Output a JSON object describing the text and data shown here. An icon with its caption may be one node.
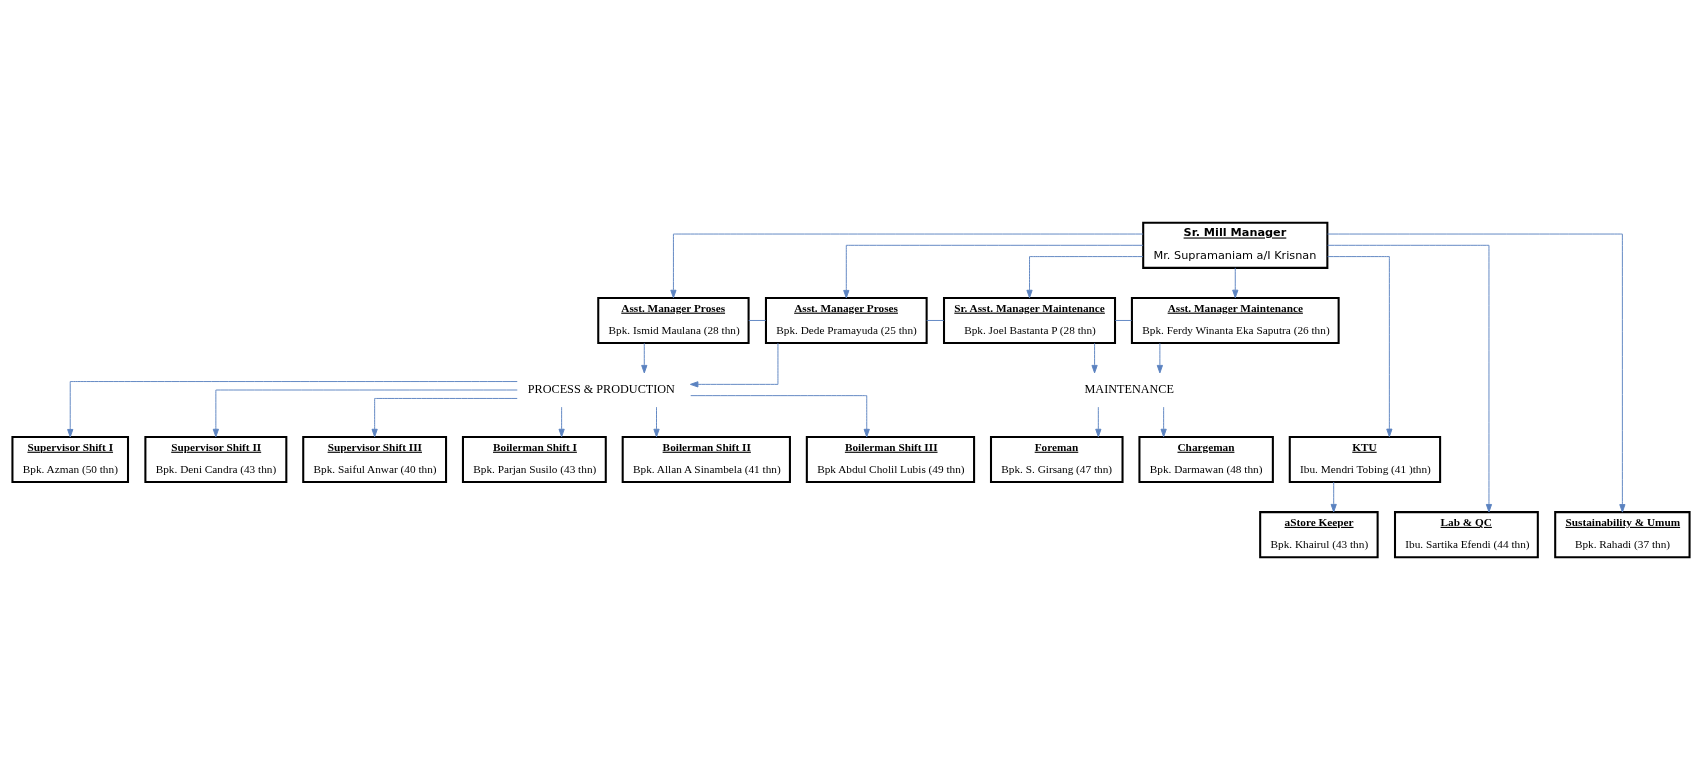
{
  "diagram": {
    "nodes": [
      {
        "text": [
          "Sr. Mill Manager",
          "Mr. Supramaniam a/I Krisnan"
        ]
      },
      {
        "text": [
          "Asst. Manager Proses",
          "Bpk. Ismid Maulana (28 thn)"
        ]
      },
      {
        "text": [
          "Asst. Manager Proses",
          "Bpk. Dede Pramayuda (25 thn)"
        ]
      },
      {
        "text": [
          "Sr. Asst. Manager Maintenance",
          "Bpk. Joel Bastanta P (28 thn)"
        ]
      },
      {
        "text": [
          "Asst. Manager Maintenance",
          "Bpk. Ferdy Winanta Eka Saputra (26 thn)"
        ]
      },
      {
        "text": [
          "PROCESS & PRODUCTION"
        ]
      },
      {
        "text": [
          "MAINTENANCE"
        ]
      },
      {
        "text": [
          "Supervisor Shift I",
          "Bpk. Azman (50 thn)"
        ]
      },
      {
        "text": [
          "Supervisor Shift II",
          "Bpk. Deni Candra (43 thn)"
        ]
      },
      {
        "text": [
          "Supervisor Shift III",
          "Bpk. Saiful Anwar (40 thn)"
        ]
      },
      {
        "text": [
          "Boilerman Shift I",
          "Bpk. Parjan Susilo (43 thn)"
        ]
      },
      {
        "text": [
          "Boilerman Shift II",
          "Bpk. Allan A Sinambela (41 thn)"
        ]
      },
      {
        "text": [
          "Boilerman Shift III",
          "Bpk Abdul Cholil Lubis (49 thn)"
        ]
      },
      {
        "text": [
          "KTU",
          "Ibu. Mendri Tobing (41 )thn)"
        ]
      },
      {
        "text": [
          "Foreman",
          "Bpk. S. Girsang (47 thn)"
        ]
      },
      {
        "text": [
          "Chargeman",
          "Bpk. Darmawan (48 thn)"
        ]
      },
      {
        "text": [
          "aStore Keeper",
          "Bpk. Khairul (43 thn)"
        ]
      },
      {
        "text": [
          "Lab & QC",
          "Ibu. Sartika Efendi (44 thn)"
        ]
      },
      {
        "text": [
          "Sustainability & Umum",
          "Bpk. Rahadi (37 thn)"
        ]
      }
    ],
    "edges": [
      {
        "from": 0,
        "to": 1,
        "arrow": "to"
      },
      {
        "from": 0,
        "to": 2,
        "arrow": "to"
      },
      {
        "from": 0,
        "to": 3,
        "arrow": "to"
      },
      {
        "from": 0,
        "to": 4,
        "arrow": "to"
      },
      {
        "from": 1,
        "to": 2,
        "arrow": "none"
      },
      {
        "from": 2,
        "to": 3,
        "arrow": "none"
      },
      {
        "from": 3,
        "to": 4,
        "arrow": "none"
      },
      {
        "from": 1,
        "to": 5,
        "arrow": "to"
      },
      {
        "from": 2,
        "to": 5,
        "arrow": "to"
      },
      {
        "from": 3,
        "to": 6,
        "arrow": "to"
      },
      {
        "from": 4,
        "to": 6,
        "arrow": "to"
      },
      {
        "from": 5,
        "to": 7,
        "arrow": "to"
      },
      {
        "from": 5,
        "to": 8,
        "arrow": "to"
      },
      {
        "from": 5,
        "to": 9,
        "arrow": "to"
      },
      {
        "from": 5,
        "to": 10,
        "arrow": "to"
      },
      {
        "from": 5,
        "to": 11,
        "arrow": "to"
      },
      {
        "from": 5,
        "to": 12,
        "arrow": "to"
      },
      {
        "from": 6,
        "to": 14,
        "arrow": "to"
      },
      {
        "from": 6,
        "to": 15,
        "arrow": "to"
      },
      {
        "from": 0,
        "to": 13,
        "arrow": "to"
      },
      {
        "from": 0,
        "to": 17,
        "arrow": "to"
      },
      {
        "from": 0,
        "to": 18,
        "arrow": "to"
      },
      {
        "from": 13,
        "to": 16,
        "arrow": "to"
      }
    ]
  }
}
